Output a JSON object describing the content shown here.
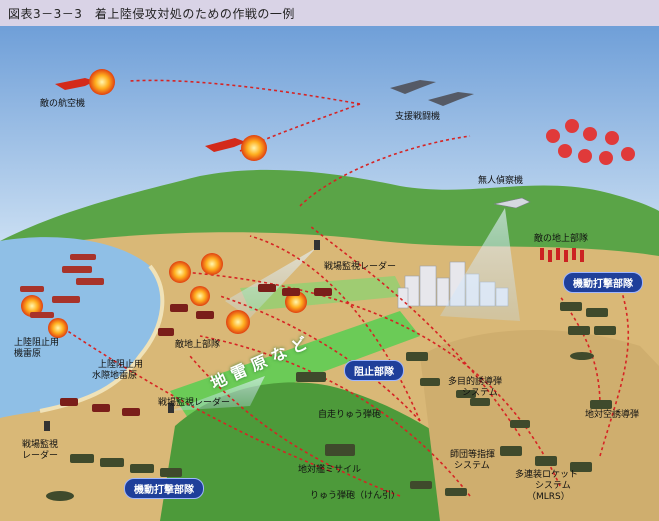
{
  "title": "図表3－3－3　着上陸侵攻対処のための作戦の一例",
  "labels": {
    "enemy_aircraft": "敵の航空機",
    "support_fighter": "支援戦闘機",
    "uav": "無人偵察機",
    "enemy_ground_right": "敵の地上部隊",
    "battlefield_radar_top": "戦場監視レーダー",
    "enemy_ground_center": "敵地上部隊",
    "landing_minefield_line1": "上陸阻止用",
    "landing_minefield_line2": "機雷原",
    "underwater_minefield_line1": "上陸阻止用",
    "underwater_minefield_line2": "水際地雷原",
    "battlefield_radar_mid": "戦場監視レーダー",
    "battlefield_radar_left_line1": "戦場監視",
    "battlefield_radar_left_line2": "レーダー",
    "multi_missile_line1": "多目的誘導弾",
    "multi_missile_line2": "システム",
    "sp_howitzer": "自走りゅう弾砲",
    "command_system_line1": "師団等指揮",
    "command_system_line2": "システム",
    "anti_ship_missile": "地対艦ミサイル",
    "mlrs_line1": "多連装ロケット",
    "mlrs_line2": "システム",
    "mlrs_line3": "（MLRS）",
    "towed_howitzer": "りゅう弾砲（けん引）",
    "sam": "地対空誘導弾",
    "minefield_diagonal": "地雷原など"
  },
  "pills": {
    "mobile_strike_right": "機動打撃部隊",
    "blocking_unit": "阻止部隊",
    "mobile_strike_left": "機動打撃部隊"
  },
  "colors": {
    "sky": "#8fb8e4",
    "sea": "#8fbfe6",
    "desert": "#d9b877",
    "hills": "#4d9a3a",
    "minefield": "#4fcf4f",
    "pill": "#1f3f9a",
    "fire_line": "#d62424"
  }
}
